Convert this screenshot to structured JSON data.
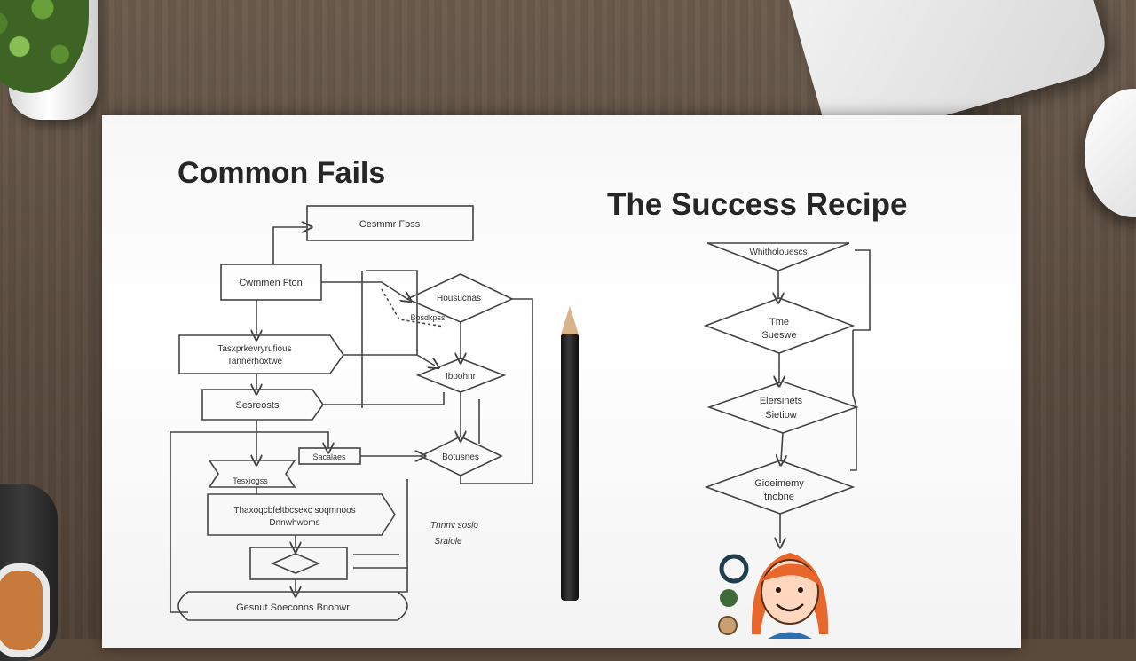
{
  "scene": {
    "objects": [
      "plant-pot",
      "laptop",
      "mouse",
      "coffee-mug",
      "pencil",
      "smiling-woman-avatar"
    ]
  },
  "left_section": {
    "title": "Common Fails",
    "nodes": {
      "top_box": "Cesmmr Fbss",
      "common_box": "Cwmmen Fton",
      "long_box_line1": "Tasxprkevryrufious",
      "long_box_line2": "Tannerhoxtwe",
      "status_box": "Sesreosts",
      "stack_diamond": "Tesxiogss",
      "small_box": "Sacalaes",
      "wide_box_line1": "Thaxoqcbfeltbcsexc soqmnoos",
      "wide_box_line2": "Dnnwhwoms",
      "bottom_oval": "Gesnut Soeconns Bnonwr",
      "diamond_1": "Housucnas",
      "diamond_1_side": "Bosdkpss",
      "diamond_2": "Iboohnr",
      "diamond_3": "Botusnes",
      "scribble_1": "Tnnnv soslo",
      "scribble_2": "Sraiole"
    }
  },
  "right_section": {
    "title": "The Success Recipe",
    "nodes": {
      "top_triangle": "Whitholouescs",
      "diamond_1_line1": "Tme",
      "diamond_1_line2": "Sueswe",
      "diamond_2_line1": "Elersinets",
      "diamond_2_line2": "Sietiow",
      "diamond_3_line1": "Gioeimemy",
      "diamond_3_line2": "tnobne"
    }
  },
  "colors": {
    "desk": "#5c4d40",
    "paper": "#f7f7f7",
    "ink": "#333333",
    "hair": "#e8672a",
    "avatar_ring": "#1f3d4d"
  }
}
